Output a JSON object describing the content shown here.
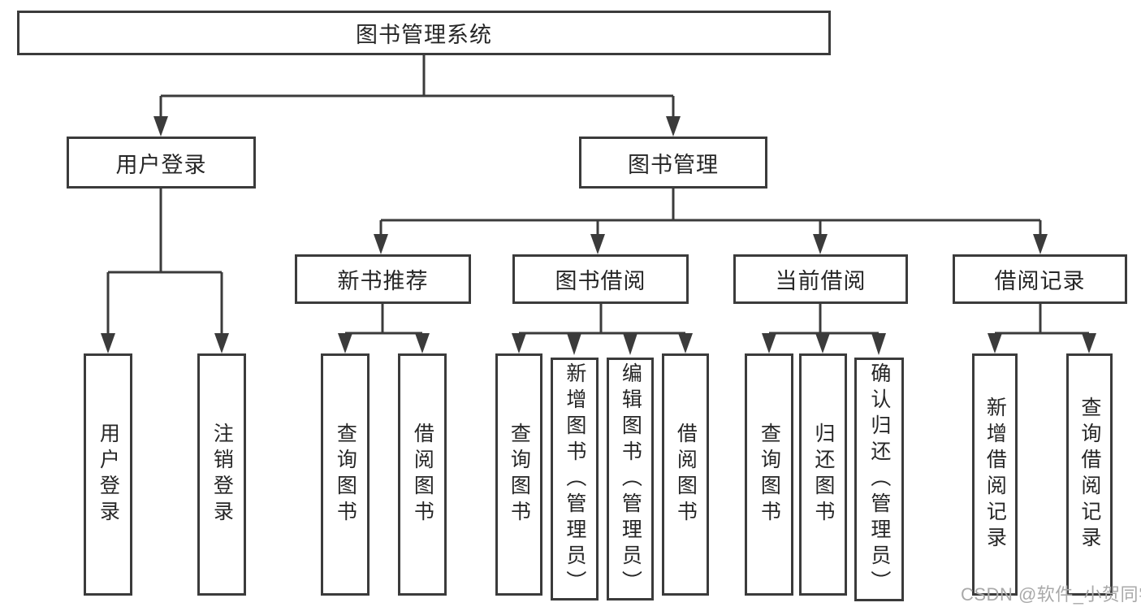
{
  "watermark": "CSDN @软件_小贺同学",
  "colors": {
    "line": "#3b3b3b",
    "box_border": "#3b3b3b",
    "text": "#262626",
    "watermark": "#a9a9a9",
    "background": "#ffffff"
  },
  "tree": {
    "root": {
      "label": "图书管理系统"
    },
    "login": {
      "label": "用户登录",
      "children": [
        {
          "label": "用户登录"
        },
        {
          "label": "注销登录"
        }
      ]
    },
    "mgmt": {
      "label": "图书管理",
      "groups": [
        {
          "label": "新书推荐",
          "children": [
            {
              "label": "查询图书"
            },
            {
              "label": "借阅图书"
            }
          ]
        },
        {
          "label": "图书借阅",
          "children": [
            {
              "label": "查询图书"
            },
            {
              "label": "新增图书（管理员）"
            },
            {
              "label": "编辑图书（管理员）"
            },
            {
              "label": "借阅图书"
            }
          ]
        },
        {
          "label": "当前借阅",
          "children": [
            {
              "label": "查询图书"
            },
            {
              "label": "归还图书"
            },
            {
              "label": "确认归还（管理员）"
            }
          ]
        },
        {
          "label": "借阅记录",
          "children": [
            {
              "label": "新增借阅记录"
            },
            {
              "label": "查询借阅记录"
            }
          ]
        }
      ]
    }
  }
}
